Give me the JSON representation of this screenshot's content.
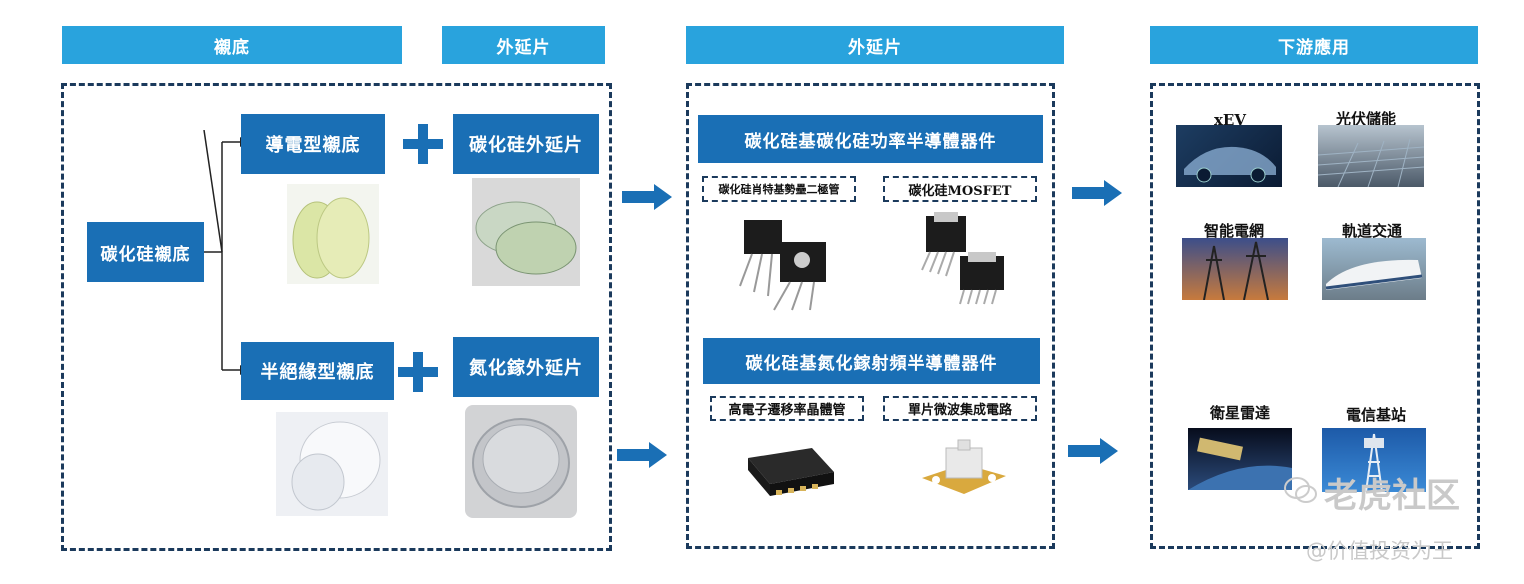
{
  "headers": {
    "substrate": "襯底",
    "epi_left": "外延片",
    "epi_mid": "外延片",
    "downstream": "下游應用"
  },
  "substrate_panel": {
    "root": "碳化硅襯底",
    "conductive": "導電型襯底",
    "semi_insulating": "半絕緣型襯底",
    "sic_epi": "碳化硅外延片",
    "gan_epi": "氮化鎵外延片"
  },
  "device_panel": {
    "power_title": "碳化硅基碳化硅功率半導體器件",
    "schottky": "碳化硅肖特基勢壘二極管",
    "mosfet": "碳化硅MOSFET",
    "rf_title": "碳化硅基氮化鎵射頻半導體器件",
    "hemt": "高電子遷移率晶體管",
    "mmic": "單片微波集成電路"
  },
  "applications": [
    {
      "label": "xEV"
    },
    {
      "label": "光伏儲能"
    },
    {
      "label": "智能電網"
    },
    {
      "label": "軌道交通"
    },
    {
      "label": "衛星雷達"
    },
    {
      "label": "電信基站"
    }
  ],
  "watermark": {
    "brand": "老虎社区",
    "handle": "@价值投资为王"
  },
  "icons": [
    "plus-icon",
    "right-arrow-icon",
    "wechat-logo-icon"
  ],
  "colors": {
    "header": "#29a3dd",
    "box": "#1a6fb5",
    "border": "#1b3a5c"
  }
}
